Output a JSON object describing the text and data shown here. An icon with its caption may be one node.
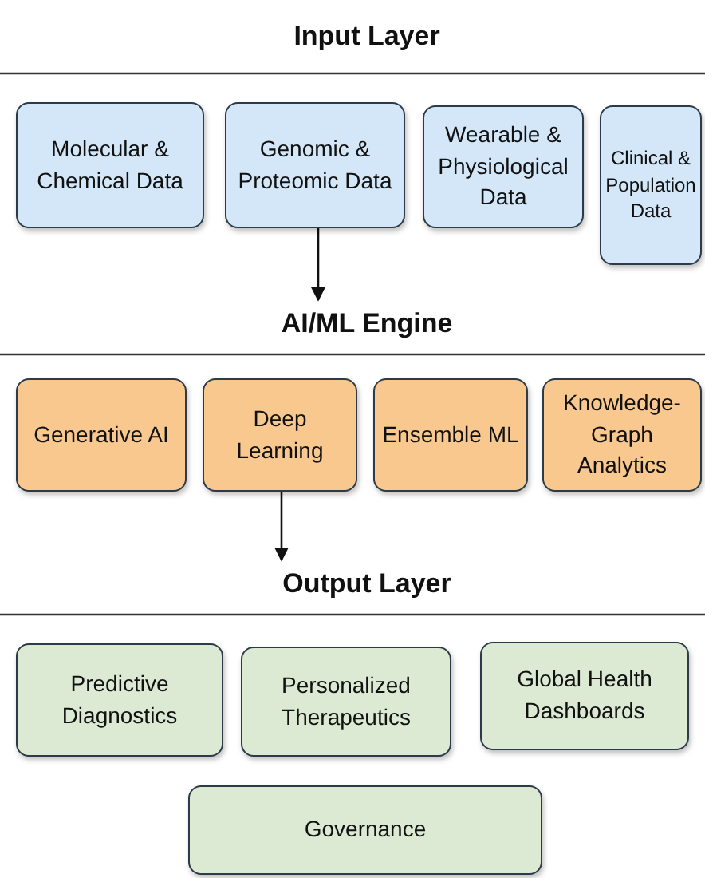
{
  "diagram": {
    "nodes": [
      {
        "text": [
          "Input Layer"
        ]
      },
      {
        "text": [
          "Molecular & Chemical Data"
        ]
      },
      {
        "text": [
          "Genomic & Proteomic Data"
        ]
      },
      {
        "text": [
          "Wearable & Physiological Data"
        ]
      },
      {
        "text": [
          "Clinical & Population Data"
        ]
      },
      {
        "text": [
          "AI/ML Engine"
        ]
      },
      {
        "text": [
          "Generative AI"
        ]
      },
      {
        "text": [
          "Deep Learning"
        ]
      },
      {
        "text": [
          "Ensemble ML"
        ]
      },
      {
        "text": [
          "Knowledge-Graph Analytics"
        ]
      },
      {
        "text": [
          "Output Layer"
        ]
      },
      {
        "text": [
          "Predictive Diagnostics"
        ]
      },
      {
        "text": [
          "Personalized Therapeutics"
        ]
      },
      {
        "text": [
          "Global Health Dashboards"
        ]
      },
      {
        "text": [
          "Governance"
        ]
      }
    ],
    "edges": [
      {
        "from": 2,
        "to": 5,
        "arrow": "to"
      },
      {
        "from": 7,
        "to": 10,
        "arrow": "to"
      }
    ]
  }
}
